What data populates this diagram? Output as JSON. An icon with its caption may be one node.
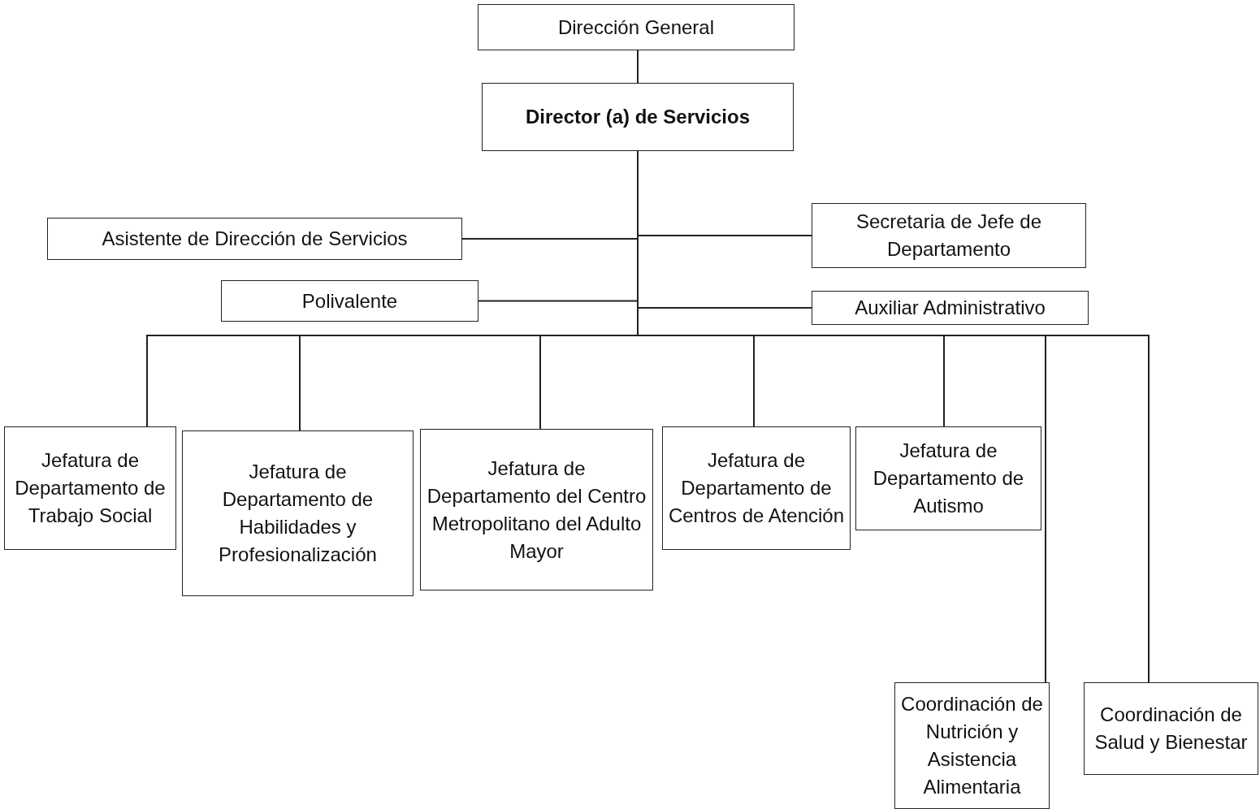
{
  "diagram": {
    "nodes": [
      {
        "text": [
          "Dirección General"
        ]
      },
      {
        "text": [
          "Director (a) de Servicios"
        ]
      },
      {
        "text": [
          "Asistente de Dirección de Servicios"
        ]
      },
      {
        "text": [
          "Secretaria de Jefe de Departamento"
        ]
      },
      {
        "text": [
          "Polivalente"
        ]
      },
      {
        "text": [
          "Auxiliar Administrativo"
        ]
      },
      {
        "text": [
          "Jefatura de Departamento de Trabajo Social"
        ]
      },
      {
        "text": [
          "Jefatura de Departamento de Habilidades y Profesionalización"
        ]
      },
      {
        "text": [
          "Jefatura de Departamento del Centro Metropolitano del Adulto Mayor"
        ]
      },
      {
        "text": [
          "Jefatura de Departamento de Centros de Atención"
        ]
      },
      {
        "text": [
          "Jefatura de Departamento de Autismo"
        ]
      },
      {
        "text": [
          "Coordinación de Nutrición y Asistencia Alimentaria"
        ]
      },
      {
        "text": [
          "Coordinación de Salud y Bienestar"
        ]
      }
    ],
    "edges": [
      {
        "from": 0,
        "to": 1,
        "arrow": "none"
      },
      {
        "from": 1,
        "to": 2,
        "arrow": "none"
      },
      {
        "from": 1,
        "to": 3,
        "arrow": "none"
      },
      {
        "from": 1,
        "to": 4,
        "arrow": "none"
      },
      {
        "from": 1,
        "to": 5,
        "arrow": "none"
      },
      {
        "from": 1,
        "to": 6,
        "arrow": "none"
      },
      {
        "from": 1,
        "to": 7,
        "arrow": "none"
      },
      {
        "from": 1,
        "to": 8,
        "arrow": "none"
      },
      {
        "from": 1,
        "to": 9,
        "arrow": "none"
      },
      {
        "from": 1,
        "to": 10,
        "arrow": "none"
      },
      {
        "from": 1,
        "to": 11,
        "arrow": "none"
      },
      {
        "from": 1,
        "to": 12,
        "arrow": "none"
      }
    ]
  }
}
